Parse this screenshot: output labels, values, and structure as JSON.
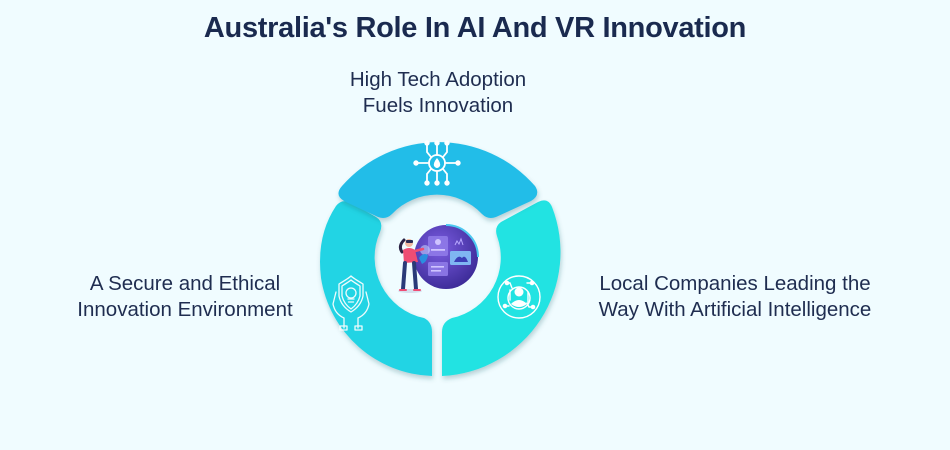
{
  "title": "Australia's Role In AI And VR Innovation",
  "colors": {
    "background": "#f0fcff",
    "title": "#1a2a4f",
    "label": "#1f2d50",
    "segment_top": "#22bde8",
    "segment_left": "#24d4e4",
    "segment_right": "#21e3e2",
    "icon_stroke": "#ffffff",
    "center_disc": "#5b3fc0"
  },
  "segments": [
    {
      "position": "top",
      "icon": "network-droplet-icon",
      "label_lines": [
        "High Tech Adoption",
        "Fuels Innovation"
      ]
    },
    {
      "position": "left",
      "icon": "shield-lightbulb-hands-icon",
      "label_lines": [
        "A Secure and Ethical",
        "Innovation Environment"
      ]
    },
    {
      "position": "right",
      "icon": "user-circuit-icon",
      "label_lines": [
        "Local Companies Leading the",
        "Way With Artificial Intelligence"
      ]
    }
  ],
  "center": {
    "illustration": "woman-vr-headset-interface-illustration"
  }
}
